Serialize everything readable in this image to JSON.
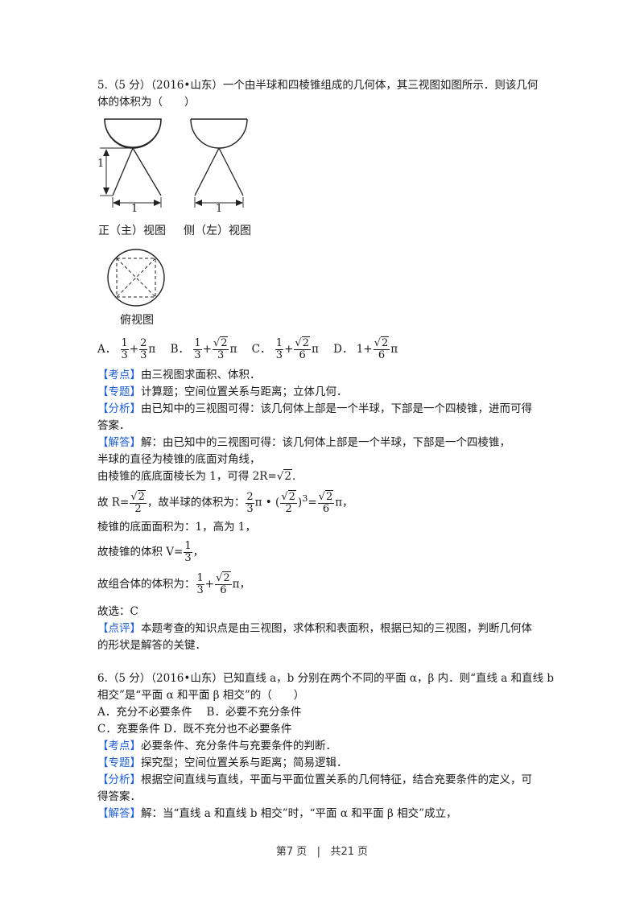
{
  "q5": {
    "header_line1": "5.（5 分）（2016•山东）一个由半球和四棱锥组成的几何体，其三视图如图所示．则该几何",
    "header_line2": "体的体积为（　　）",
    "figures": {
      "front_caption": "正（主）视图",
      "side_caption": "侧（左）视图",
      "top_caption": "俯视图",
      "height_label": "1",
      "front_base_label": "1",
      "side_base_label": "1"
    },
    "options": [
      {
        "label": "A．",
        "pre": "",
        "n1": "1",
        "d1": "3",
        "n2": "2",
        "n2_sqrt": false,
        "d2": "3",
        "suffix": "π"
      },
      {
        "label": "B．",
        "pre": "",
        "n1": "1",
        "d1": "3",
        "n2": "2",
        "n2_sqrt": true,
        "d2": "3",
        "suffix": "π"
      },
      {
        "label": "C．",
        "pre": "",
        "n1": "1",
        "d1": "3",
        "n2": "2",
        "n2_sqrt": true,
        "d2": "6",
        "suffix": "π"
      },
      {
        "label": "D．",
        "pre": "1+",
        "n2": "2",
        "n2_sqrt": true,
        "d2": "6",
        "suffix": "π"
      }
    ],
    "kaodian_tag": "【考点】",
    "kaodian": "由三视图求面积、体积．",
    "zhuanti_tag": "【专题】",
    "zhuanti": "计算题；空间位置关系与距离；立体几何．",
    "fenxi_tag": "【分析】",
    "fenxi_line1": "由已知中的三视图可得：该几何体上部是一个半球，下部是一个四棱锥，进而可得",
    "fenxi_line2": "答案．",
    "jieda_tag": "【解答】",
    "jieda_line1": "解：由已知中的三视图可得：该几何体上部是一个半球，下部是一个四棱锥，",
    "jieda_line2": "半球的直径为棱锥的底面对角线，",
    "jieda_line3_pre": "由棱锥的底底面棱长为 1，可得 2R=",
    "jieda_line3_rad": "2",
    "jieda_line3_post": ".",
    "jieda_line4_pre": "故 R=",
    "jieda_line4_mid": "，故半球的体积为：",
    "jieda_line4_end": "π，",
    "jieda_line5": "棱锥的底面面积为：1，高为 1，",
    "jieda_line6_pre": "故棱锥的体积 V=",
    "jieda_line6_post": "，",
    "jieda_line7_pre": "故组合体的体积为：",
    "jieda_line7_post": "π，",
    "jieda_line8": "故选：C",
    "dianping_tag": "【点评】",
    "dianping_line1": "本题考查的知识点是由三视图，求体积和表面积，根据已知的三视图，判断几何体",
    "dianping_line2": "的形状是解答的关键．"
  },
  "q6": {
    "header_line1": "6.（5 分）（2016•山东）已知直线 a，b 分别在两个不同的平面 α，β 内．则“直线 a 和直线 b",
    "header_line2": "相交”是“平面 α 和平面 β 相交”的（　　）",
    "options_line1": "A．充分不必要条件　 B．必要不充分条件",
    "options_line2": "C．充要条件 D．既不充分也不必要条件",
    "kaodian_tag": "【考点】",
    "kaodian": "必要条件、充分条件与充要条件的判断．",
    "zhuanti_tag": "【专题】",
    "zhuanti": "探究型；空间位置关系与距离；简易逻辑．",
    "fenxi_tag": "【分析】",
    "fenxi_line1": "根据空间直线与直线，平面与平面位置关系的几何特征，结合充要条件的定义，可",
    "fenxi_line2": "得答案．",
    "jieda_tag": "【解答】",
    "jieda_line1": "解：当“直线 a 和直线 b 相交”时，“平面 α 和平面 β 相交”成立，"
  },
  "footer": {
    "page_current": "第7 页",
    "separator": "|",
    "page_total": "共21 页"
  },
  "colors": {
    "tag": "#1f5fd6",
    "text": "#1a1a1a"
  }
}
